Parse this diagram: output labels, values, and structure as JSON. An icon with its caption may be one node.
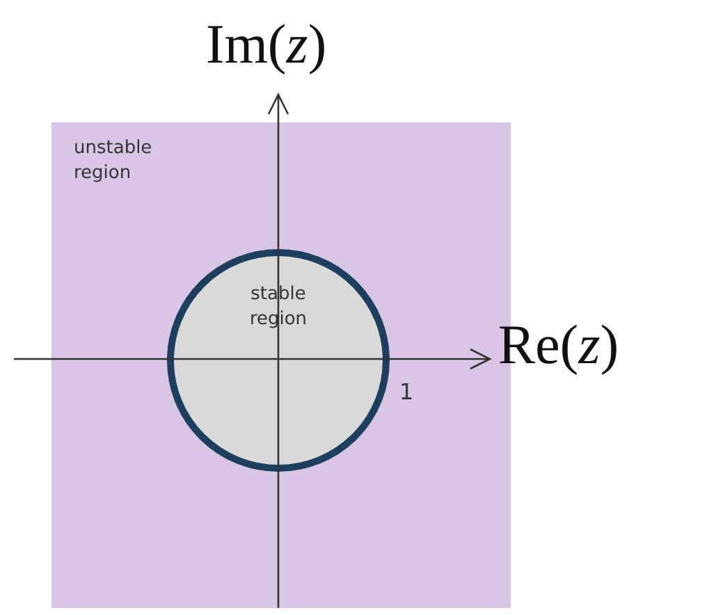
{
  "diagram": {
    "nodes": [
      {
        "text": [
          "unstable region"
        ]
      },
      {
        "text": [
          "stable region"
        ],
        "in": 0
      }
    ],
    "labels": [
      "Im(*z*)",
      "Re(*z*)",
      "1"
    ]
  }
}
